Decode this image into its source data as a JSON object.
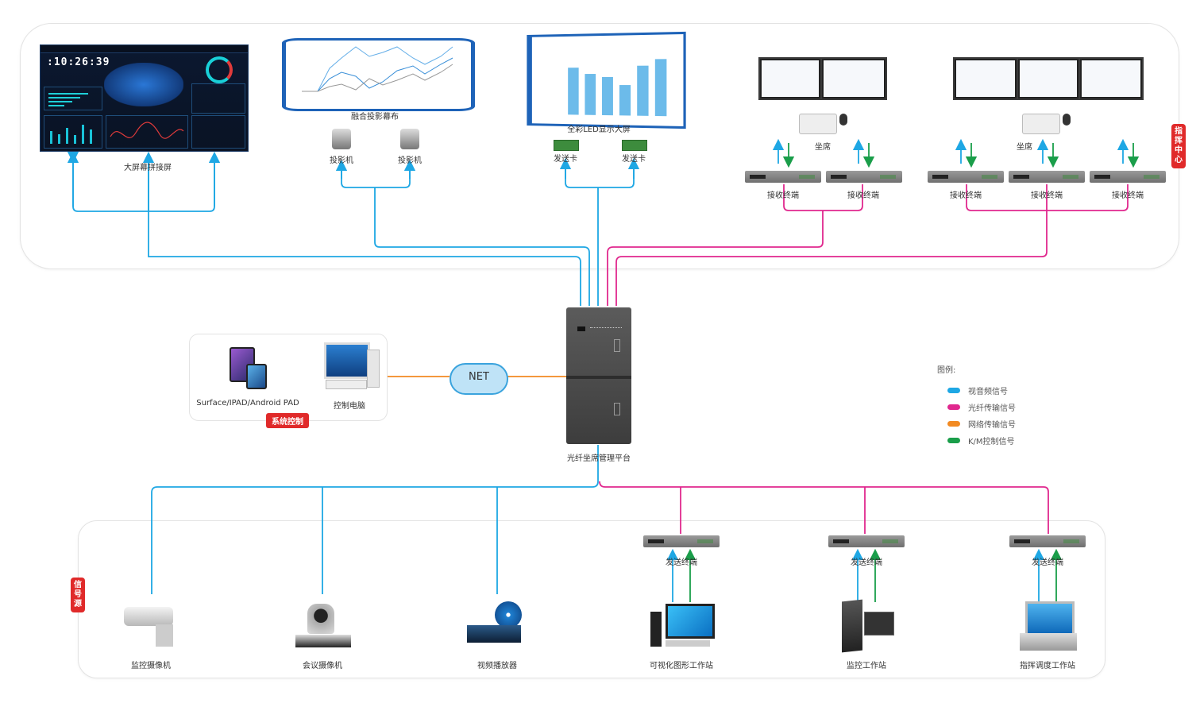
{
  "zones": {
    "command_center_tag": "指挥中心",
    "signal_source_tag": "信号源",
    "system_control_tag": "系统控制"
  },
  "command_center": {
    "videowall": {
      "label": "大屏幕拼接屏",
      "clock": ":10:26:39"
    },
    "projection": {
      "screen_label": "融合投影幕布",
      "projectors": [
        "投影机",
        "投影机"
      ]
    },
    "led": {
      "screen_label": "全彩LED显示大屏",
      "sender_cards": [
        "发送卡",
        "发送卡"
      ]
    },
    "seat_group_1": {
      "seat_label": "坐席",
      "receivers": [
        "接收终端",
        "接收终端"
      ]
    },
    "seat_group_2": {
      "seat_label": "坐席",
      "receivers": [
        "接收终端",
        "接收终端",
        "接收终端"
      ]
    }
  },
  "control": {
    "pad_label": "Surface/IPAD/Android PAD",
    "pc_label": "控制电脑",
    "net_label": "NET"
  },
  "core": {
    "label": "光纤坐席管理平台"
  },
  "legend": {
    "title": "图例:",
    "items": [
      {
        "label": "视音频信号",
        "color": "#1ea7e4"
      },
      {
        "label": "光纤传输信号",
        "color": "#e0288e"
      },
      {
        "label": "网络传输信号",
        "color": "#f28a22"
      },
      {
        "label": "K/M控制信号",
        "color": "#1a9e4a"
      }
    ]
  },
  "sources": {
    "devices": [
      {
        "label": "监控摄像机"
      },
      {
        "label": "会议摄像机"
      },
      {
        "label": "视频播放器"
      },
      {
        "label": "可视化图形工作站",
        "sender": "发送终端"
      },
      {
        "label": "监控工作站",
        "sender": "发送终端"
      },
      {
        "label": "指挥调度工作站",
        "sender": "发送终端"
      }
    ]
  },
  "colors": {
    "av": "#1ea7e4",
    "fiber": "#e0288e",
    "network": "#f28a22",
    "km": "#1a9e4a",
    "tag": "#e02a2a"
  }
}
